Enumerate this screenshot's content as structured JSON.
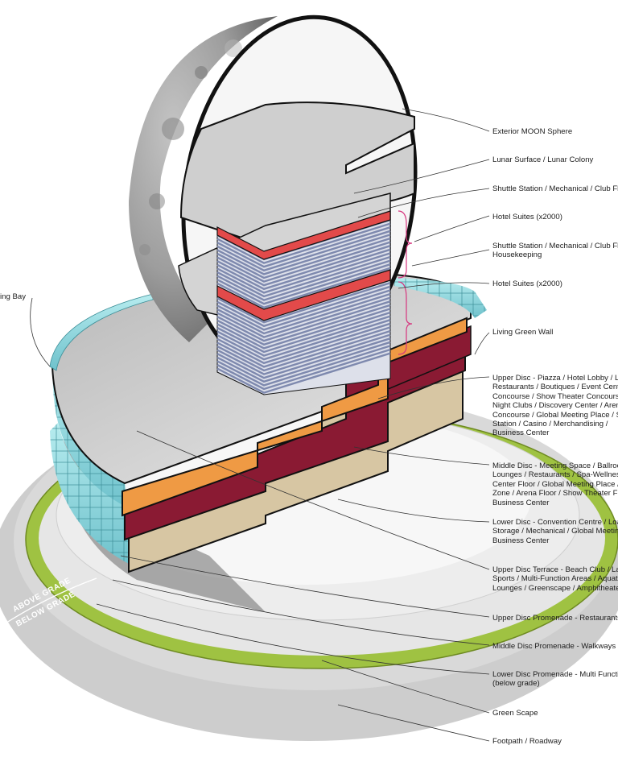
{
  "labels": {
    "exterior_moon_sphere": "Exterior MOON Sphere",
    "lunar_surface": "Lunar Surface / Lunar Colony",
    "shuttle_station_top": "Shuttle Station / Mechanical / Club Floo",
    "hotel_suites_top": "Hotel Suites (x2000)",
    "shuttle_station_mid_line1": "Shuttle Station / Mechanical / Club Floo",
    "shuttle_station_mid_line2": "Housekeeping",
    "hotel_suites_bottom": "Hotel Suites (x2000)",
    "docking_bay": "ing Bay",
    "living_green_wall": "Living Green Wall",
    "upper_disc": [
      "Upper Disc - Piazza / Hotel Lobby / Lou",
      "Restaurants /  Boutiques / Event Cente",
      "Concourse / Show Theater Concourse",
      "Night Clubs / Discovery Center / Arena",
      "Concourse / Global Meeting Place / Sh",
      "Station / Casino / Merchandising /",
      "Business Center"
    ],
    "middle_disc": [
      "Middle Disc - Meeting Space / Ballroom",
      "Lounges / Restaurants / Spa-Wellness",
      "Center Floor / Global Meeting Place / K",
      "Zone / Arena Floor / Show Theater Floo",
      "Business Center"
    ],
    "lower_disc": [
      "Lower Disc - Convention Centre / Load",
      "Storage / Mechanical / Global Meeting",
      "Business Center"
    ],
    "upper_disc_terrace": [
      "Upper Disc Terrace - Beach Club / Lag",
      "Sports / Multi-Function Areas / Aquatic",
      "Lounges / Greenscape /  Amphitheater"
    ],
    "upper_disc_promenade": "Upper Disc Promenade - Restaurants /",
    "middle_disc_promenade": "Middle Disc Promenade - Walkways",
    "lower_disc_promenade": [
      "Lower Disc Promenade - Multi Function",
      "(below grade)"
    ],
    "green_scape": "Green Scape",
    "footpath_roadway": "Footpath / Roadway"
  },
  "grade": {
    "above": "ABOVE GRADE",
    "below": "BELOW GRADE"
  },
  "colors": {
    "ground_ring": "#cfcfcf",
    "green_ring": "#9fc242",
    "moon_gray": "#9a9a9a",
    "disc_gray": "#d8d8d8",
    "orange_floor": "#ef9a44",
    "maroon_floor": "#8a1a33",
    "tan_floor": "#d7c6a3",
    "red_band": "#e24a4a",
    "suite_blue": "#8993b6",
    "glass_cyan": "#9fdde3",
    "outline": "#111111"
  }
}
